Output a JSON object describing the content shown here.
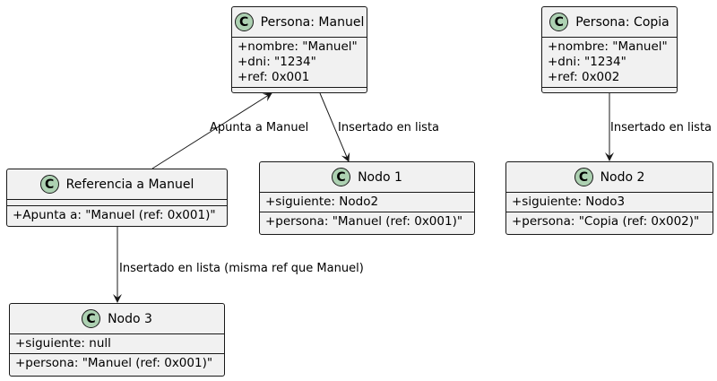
{
  "classes": {
    "persona_manuel": {
      "title": "Persona: Manuel",
      "attributes": [
        "+nombre: \"Manuel\"",
        "+dni: \"1234\"",
        "+ref: 0x001"
      ]
    },
    "persona_copia": {
      "title": "Persona: Copia",
      "attributes": [
        "+nombre: \"Manuel\"",
        "+dni: \"1234\"",
        "+ref: 0x002"
      ]
    },
    "referencia_manuel": {
      "title": "Referencia a Manuel",
      "attributes": [
        "+Apunta a: \"Manuel (ref: 0x001)\""
      ]
    },
    "nodo1": {
      "title": "Nodo 1",
      "attributes": [
        "+siguiente: Nodo2"
      ],
      "methods": [
        "+persona: \"Manuel (ref: 0x001)\""
      ]
    },
    "nodo2": {
      "title": "Nodo 2",
      "attributes": [
        "+siguiente: Nodo3"
      ],
      "methods": [
        "+persona: \"Copia (ref: 0x002)\""
      ]
    },
    "nodo3": {
      "title": "Nodo 3",
      "attributes": [
        "+siguiente: null"
      ],
      "methods": [
        "+persona: \"Manuel (ref: 0x001)\""
      ]
    }
  },
  "class_badge_letter": "C",
  "class_badge_color": "#add1b2",
  "edges": {
    "ref_to_manuel": "Apunta a Manuel",
    "manuel_to_nodo1": "Insertado en lista",
    "copia_to_nodo2": "Insertado en lista",
    "ref_to_nodo3": "Insertado en lista (misma ref que Manuel)"
  }
}
